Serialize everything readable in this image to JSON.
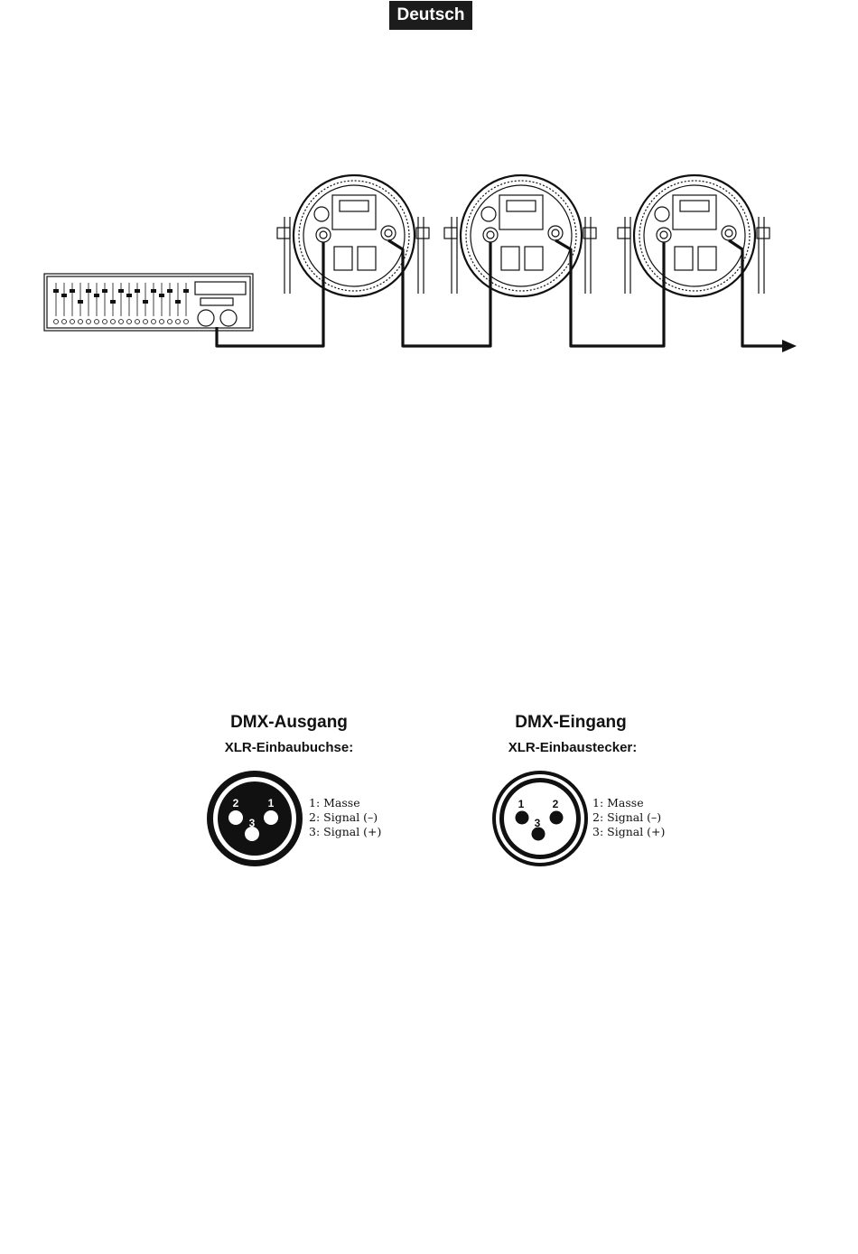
{
  "header": {
    "language_badge": "Deutsch"
  },
  "output_connector": {
    "title": "DMX-Ausgang",
    "subtitle": "XLR-Einbaubuchse:",
    "pins": [
      "2",
      "1",
      "3"
    ],
    "pin_legend": [
      "1: Masse",
      "2: Signal (–)",
      "3: Signal (+)"
    ]
  },
  "input_connector": {
    "title": "DMX-Eingang",
    "subtitle": "XLR-Einbaustecker:",
    "pins": [
      "1",
      "2",
      "3"
    ],
    "pin_legend": [
      "1: Masse",
      "2: Signal (–)",
      "3: Signal (+)"
    ]
  },
  "colors": {
    "ink": "#111111",
    "badge_bg": "#1c1c1c",
    "badge_text": "#ffffff"
  }
}
